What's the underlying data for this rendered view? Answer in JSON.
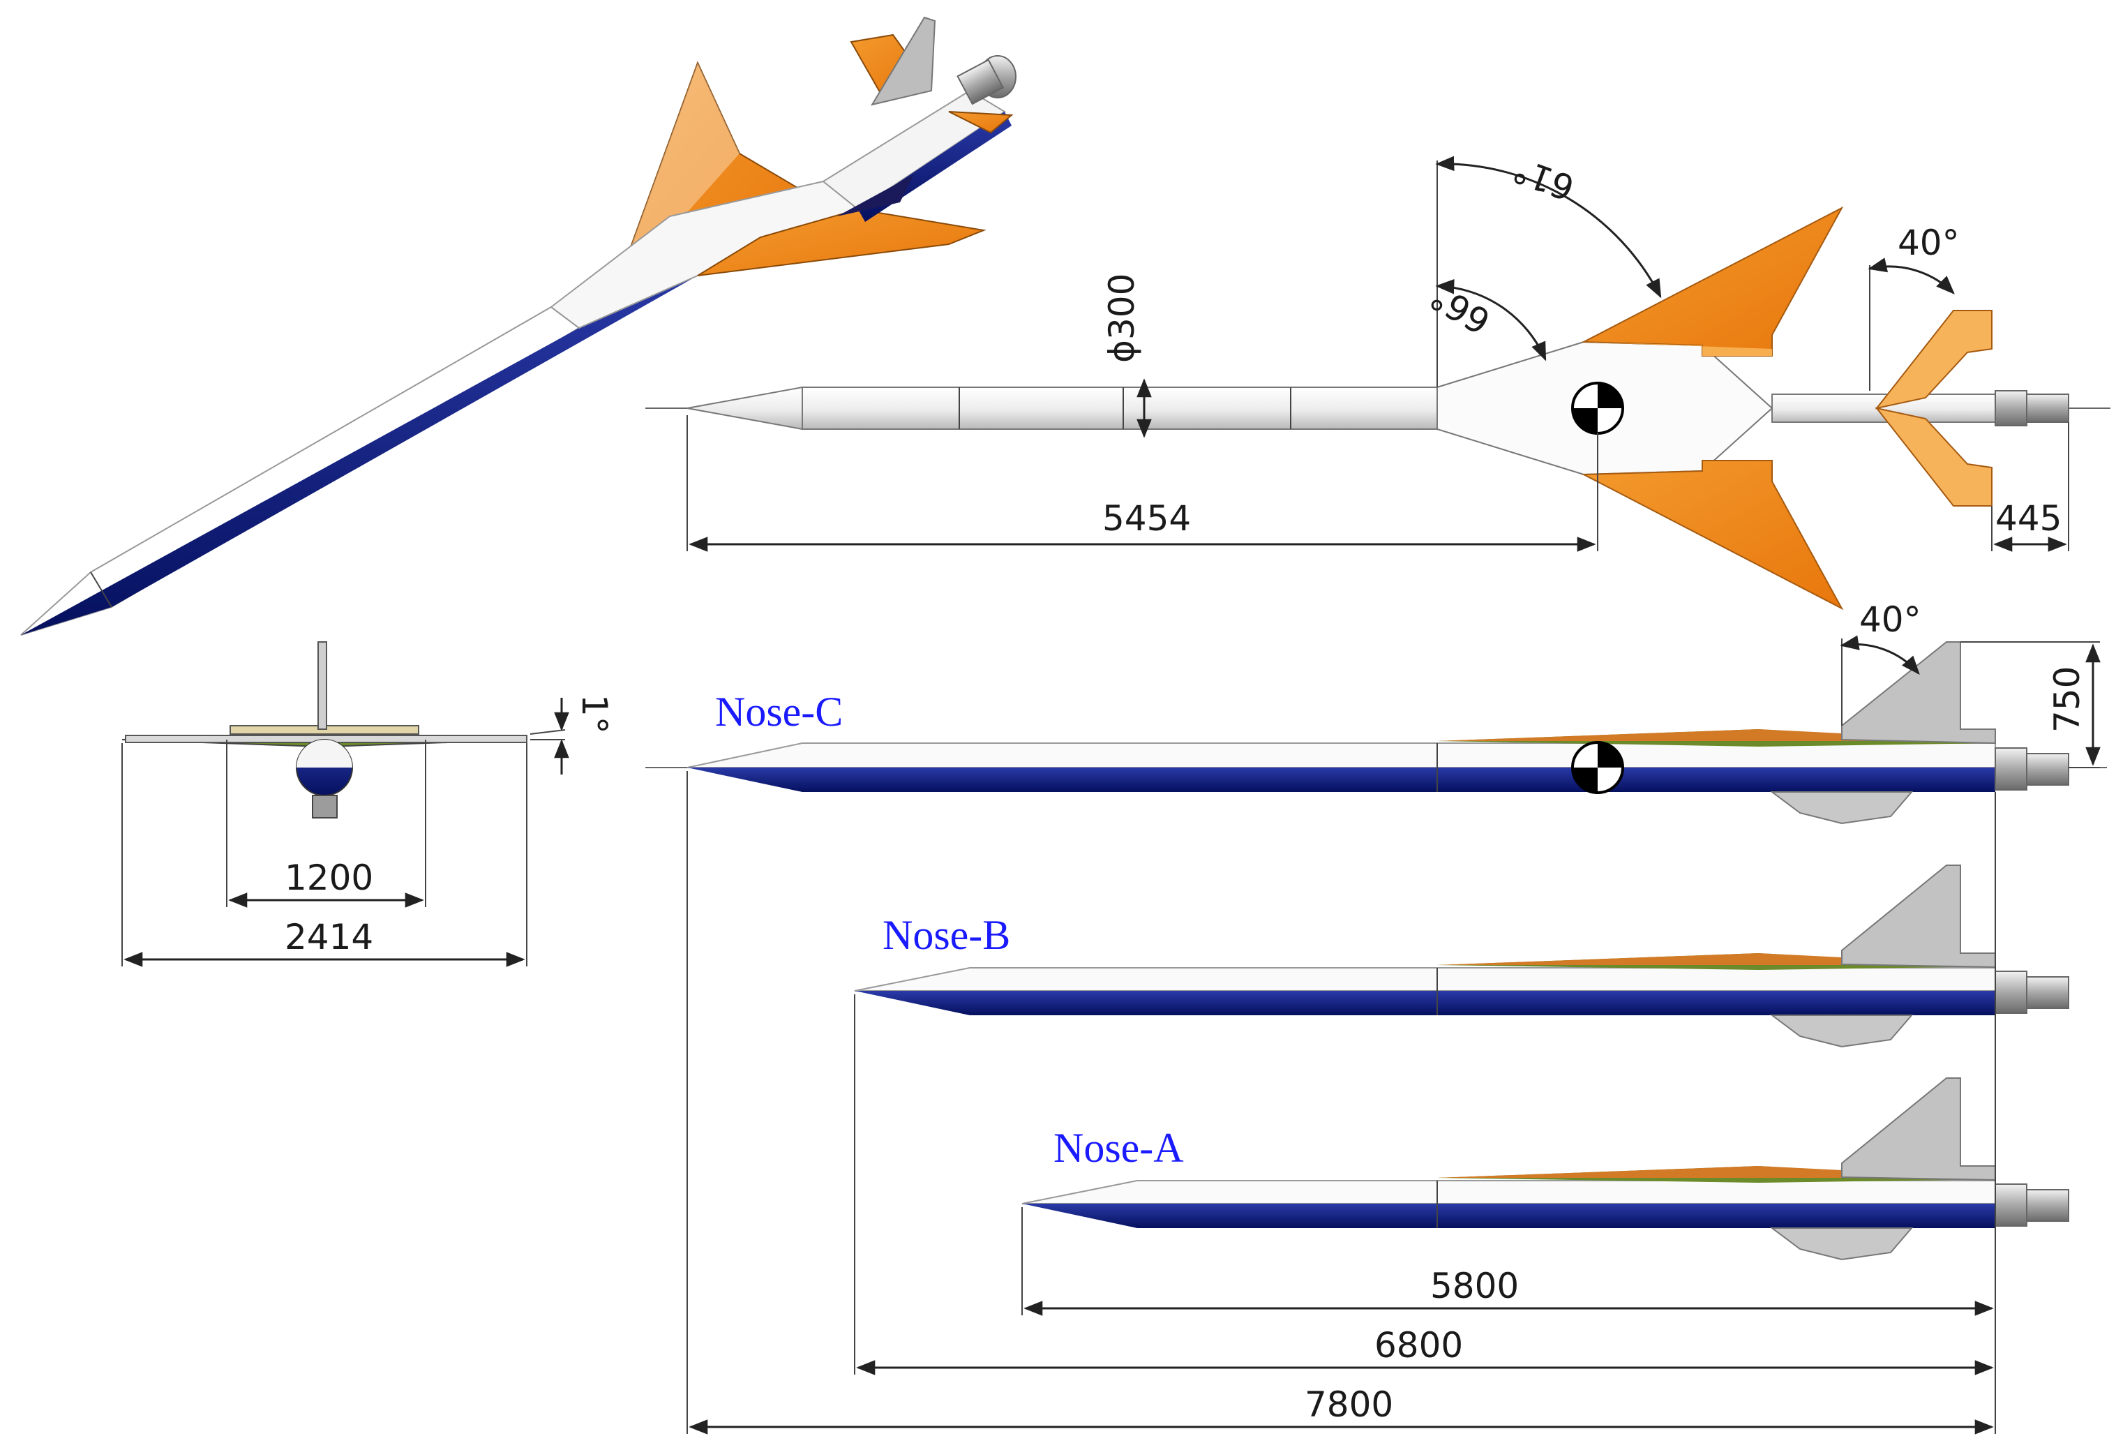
{
  "colors": {
    "wing_orange": "#f08a1c",
    "wing_light_orange": "#f7ae4e",
    "body_white": "#f4f4f4",
    "belly_blue": "#0a1478",
    "fin_grey": "#b8b8b8",
    "label_blue": "#1a1aff",
    "dim_line": "#222222"
  },
  "dimensions": {
    "body_diameter": "ϕ300",
    "cg_position": "5454",
    "nozzle_length": "445",
    "wing_angle_outer": "61°",
    "wing_angle_inner": "66°",
    "tail_angle_top": "40°",
    "fin_angle_side": "40°",
    "fin_height": "750",
    "wing_dihedral": "1°",
    "span_inner": "1200",
    "span_total": "2414",
    "length_nose_a": "5800",
    "length_nose_b": "6800",
    "length_nose_c": "7800"
  },
  "variants": {
    "nose_c": "Nose-C",
    "nose_b": "Nose-B",
    "nose_a": "Nose-A"
  }
}
